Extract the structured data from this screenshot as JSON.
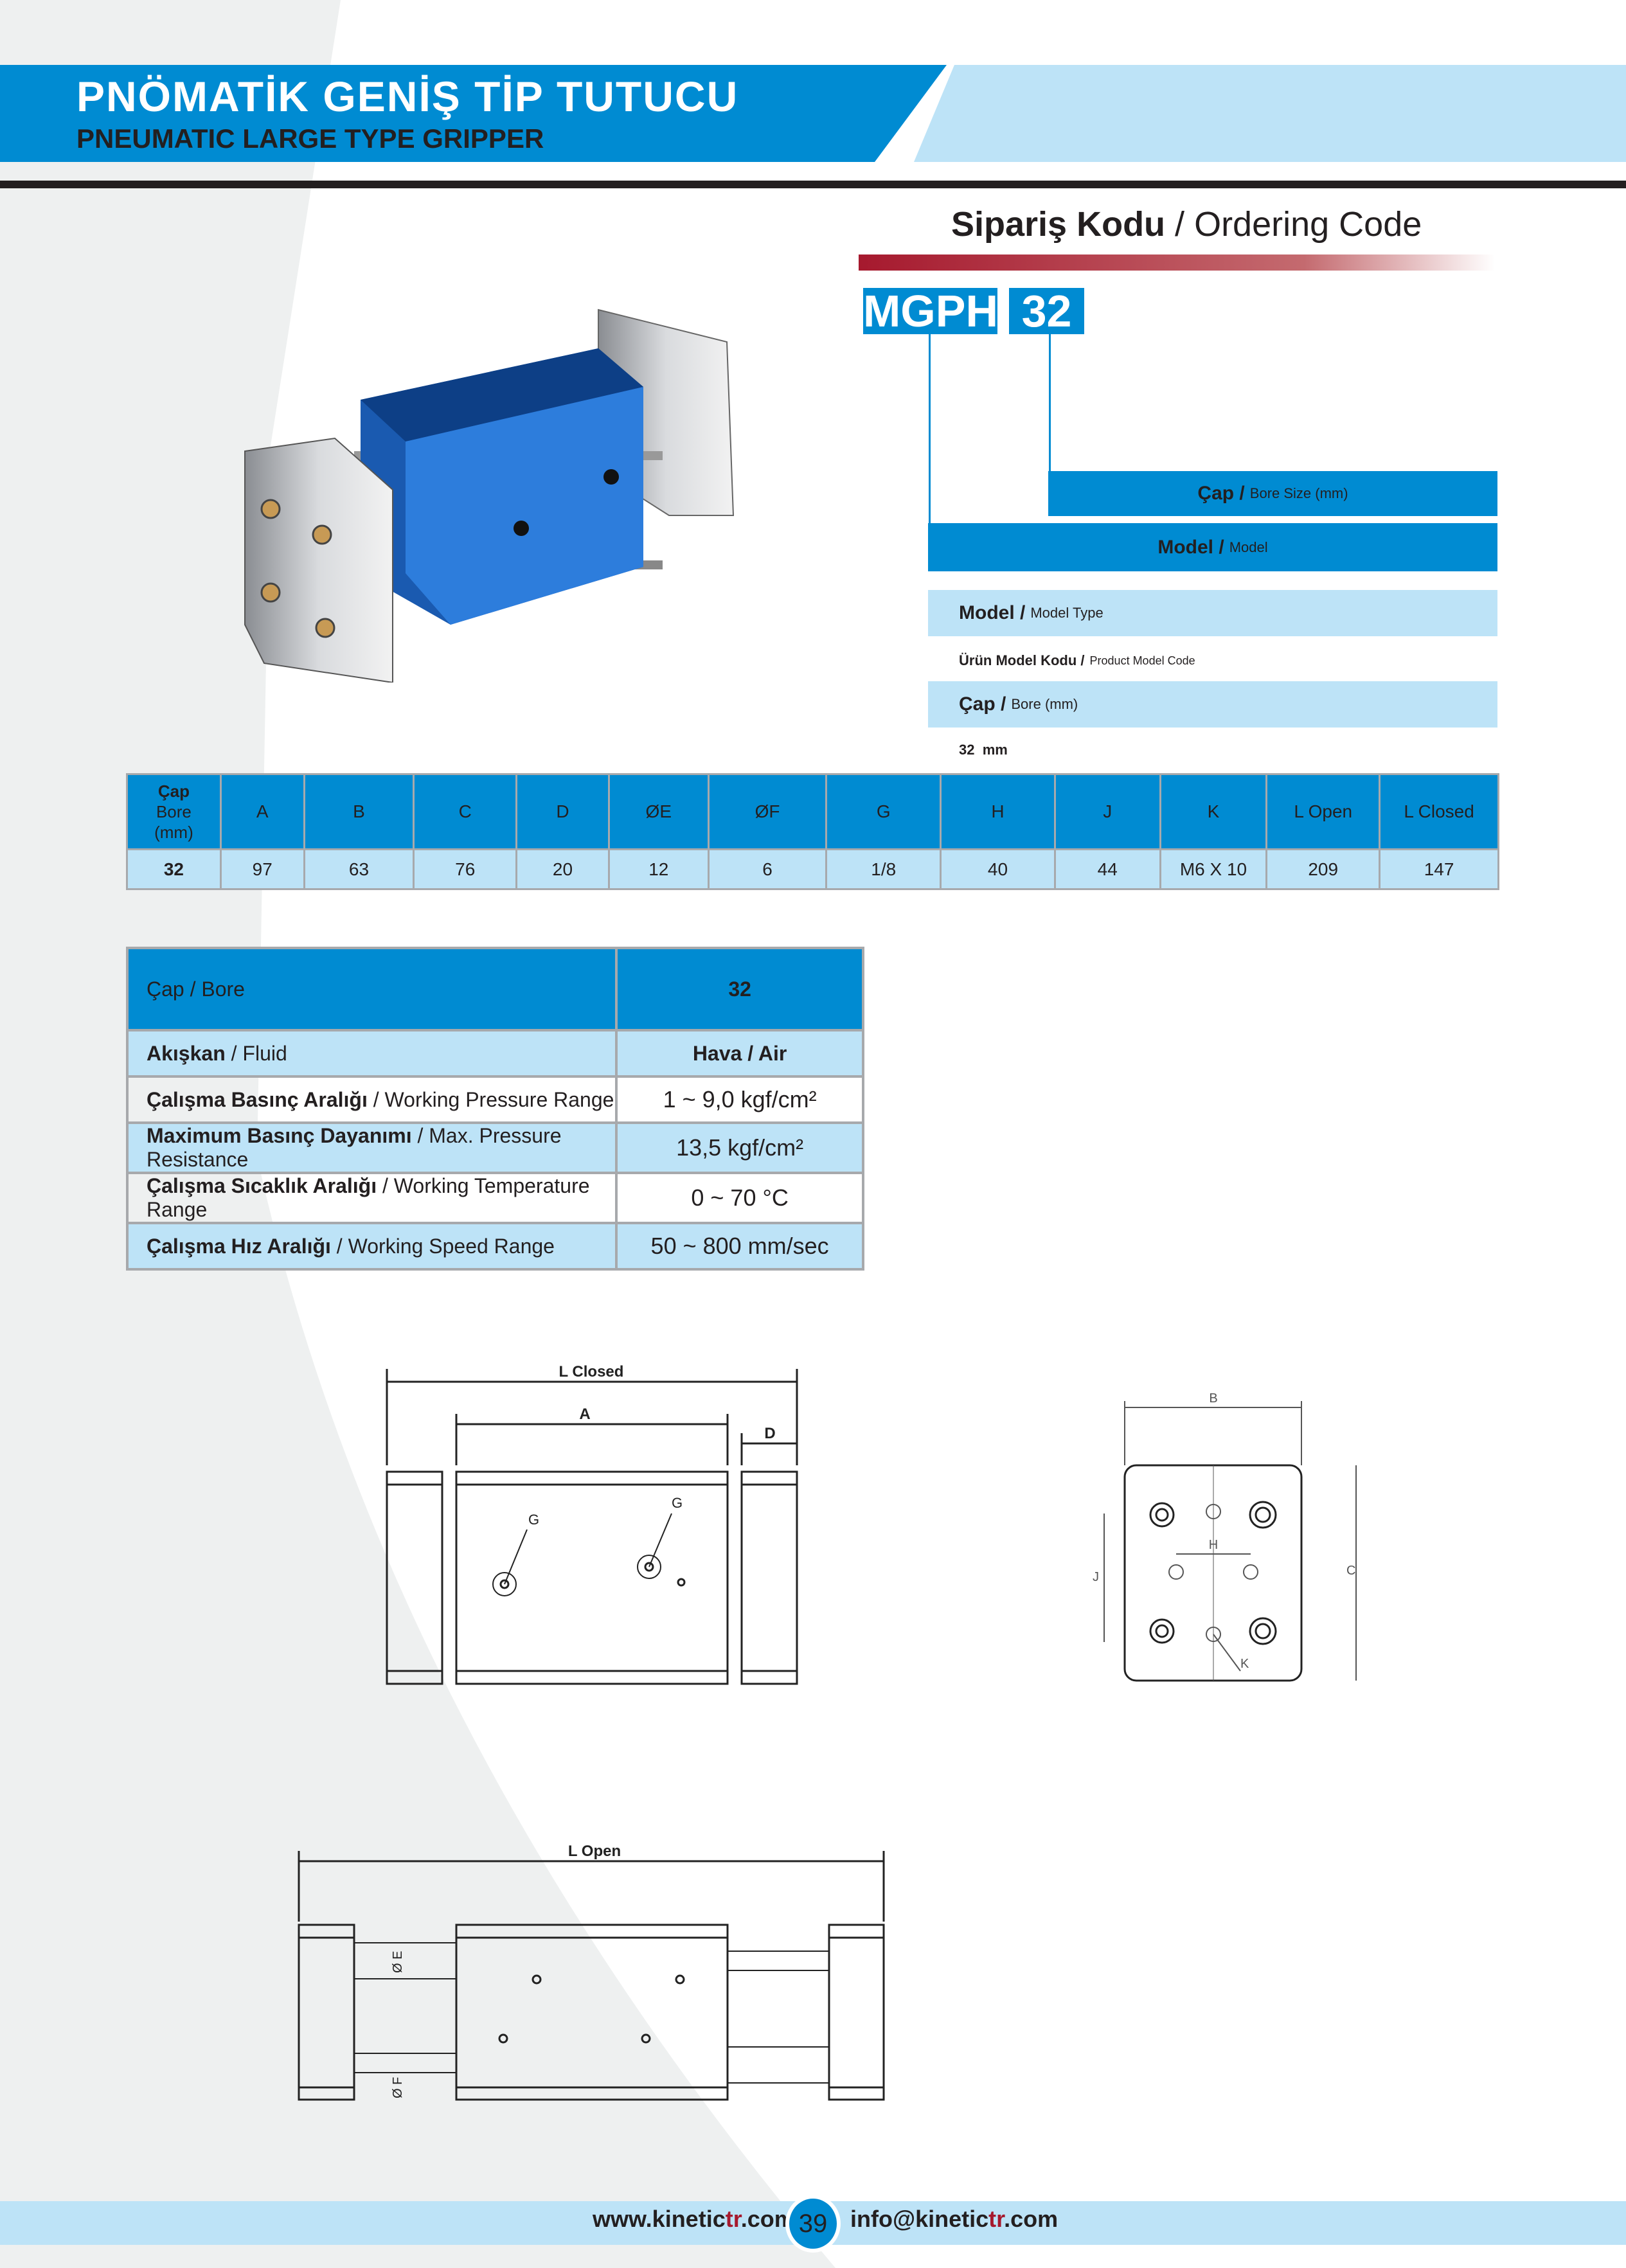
{
  "header": {
    "title_tr": "PNÖMATİK GENİŞ TİP TUTUCU",
    "title_en": "PNEUMATIC LARGE TYPE GRIPPER"
  },
  "ordering": {
    "title_tr": "Sipariş Kodu",
    "sep": " / ",
    "title_en": "Ordering Code",
    "code_model": "MGPH",
    "code_bore": "32",
    "bore_bar": {
      "tr": "Çap /",
      "en": "Bore Size (mm)"
    },
    "model_bar": {
      "tr": "Model /",
      "en": "Model"
    },
    "model_type": {
      "tr": "Model /",
      "en": "Model Type"
    },
    "product_code": {
      "tr": "Ürün Model Kodu /",
      "en": "Product Model Code"
    },
    "bore": {
      "tr": "Çap /",
      "en": "Bore (mm)"
    },
    "bore_value": "32  mm"
  },
  "dimensions": {
    "headers": [
      "Çap",
      "Bore",
      "(mm)",
      "A",
      "B",
      "C",
      "D",
      "ØE",
      "ØF",
      "G",
      "H",
      "J",
      "K",
      "L Open",
      "L Closed"
    ],
    "row": [
      "32",
      "97",
      "63",
      "76",
      "20",
      "12",
      "6",
      "1/8",
      "40",
      "44",
      "M6 X 10",
      "209",
      "147"
    ]
  },
  "specs": {
    "header": {
      "tr": "Çap",
      "en": " / Bore",
      "value": "32"
    },
    "rows": [
      {
        "tr": "Akışkan",
        "en": " / Fluid",
        "value": "Hava / Air"
      },
      {
        "tr": "Çalışma Basınç Aralığı",
        "en": " / Working Pressure Range",
        "value": "1 ~ 9,0 kgf/cm²"
      },
      {
        "tr": "Maximum Basınç Dayanımı",
        "en": " / Max. Pressure Resistance",
        "value": "13,5 kgf/cm²"
      },
      {
        "tr": "Çalışma Sıcaklık Aralığı",
        "en": " / Working Temperature Range",
        "value": "0 ~ 70 °C"
      },
      {
        "tr": "Çalışma Hız Aralığı",
        "en": " / Working Speed Range",
        "value": "50 ~ 800  mm/sec"
      }
    ]
  },
  "drawings": {
    "l_closed": "L Closed",
    "a": "A",
    "d": "D",
    "g": "G",
    "b": "B",
    "c": "C",
    "h": "H",
    "j": "J",
    "k": "K",
    "l_open": "L Open",
    "e": "Ø E",
    "f": "Ø F"
  },
  "footer": {
    "web_a": "www.kinetic",
    "web_b": "tr",
    "web_c": ".com",
    "page": "39",
    "mail_a": "info@kinetic",
    "mail_b": "tr",
    "mail_c": ".com"
  },
  "colors": {
    "brand_blue": "#008bd2",
    "light_blue": "#bde3f7",
    "red": "#a6192e"
  }
}
